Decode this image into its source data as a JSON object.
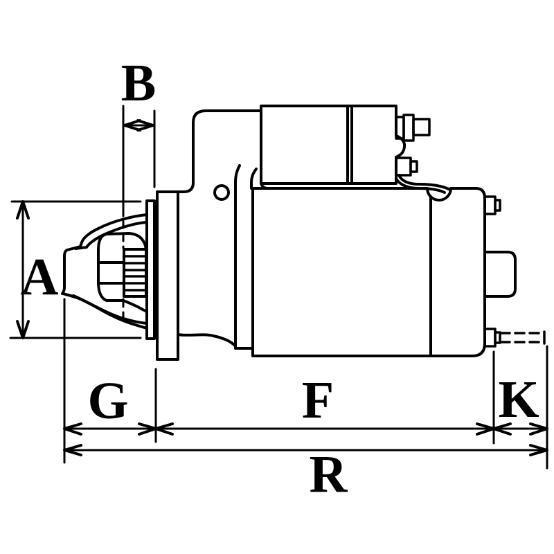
{
  "diagram": {
    "type": "technical-dimensional-drawing",
    "subject": "starter-motor-side-view",
    "background_color": "#ffffff",
    "line_color": "#000000",
    "labels": {
      "A": "A",
      "B": "B",
      "G": "G",
      "F": "F",
      "K": "K",
      "R": "R"
    }
  }
}
